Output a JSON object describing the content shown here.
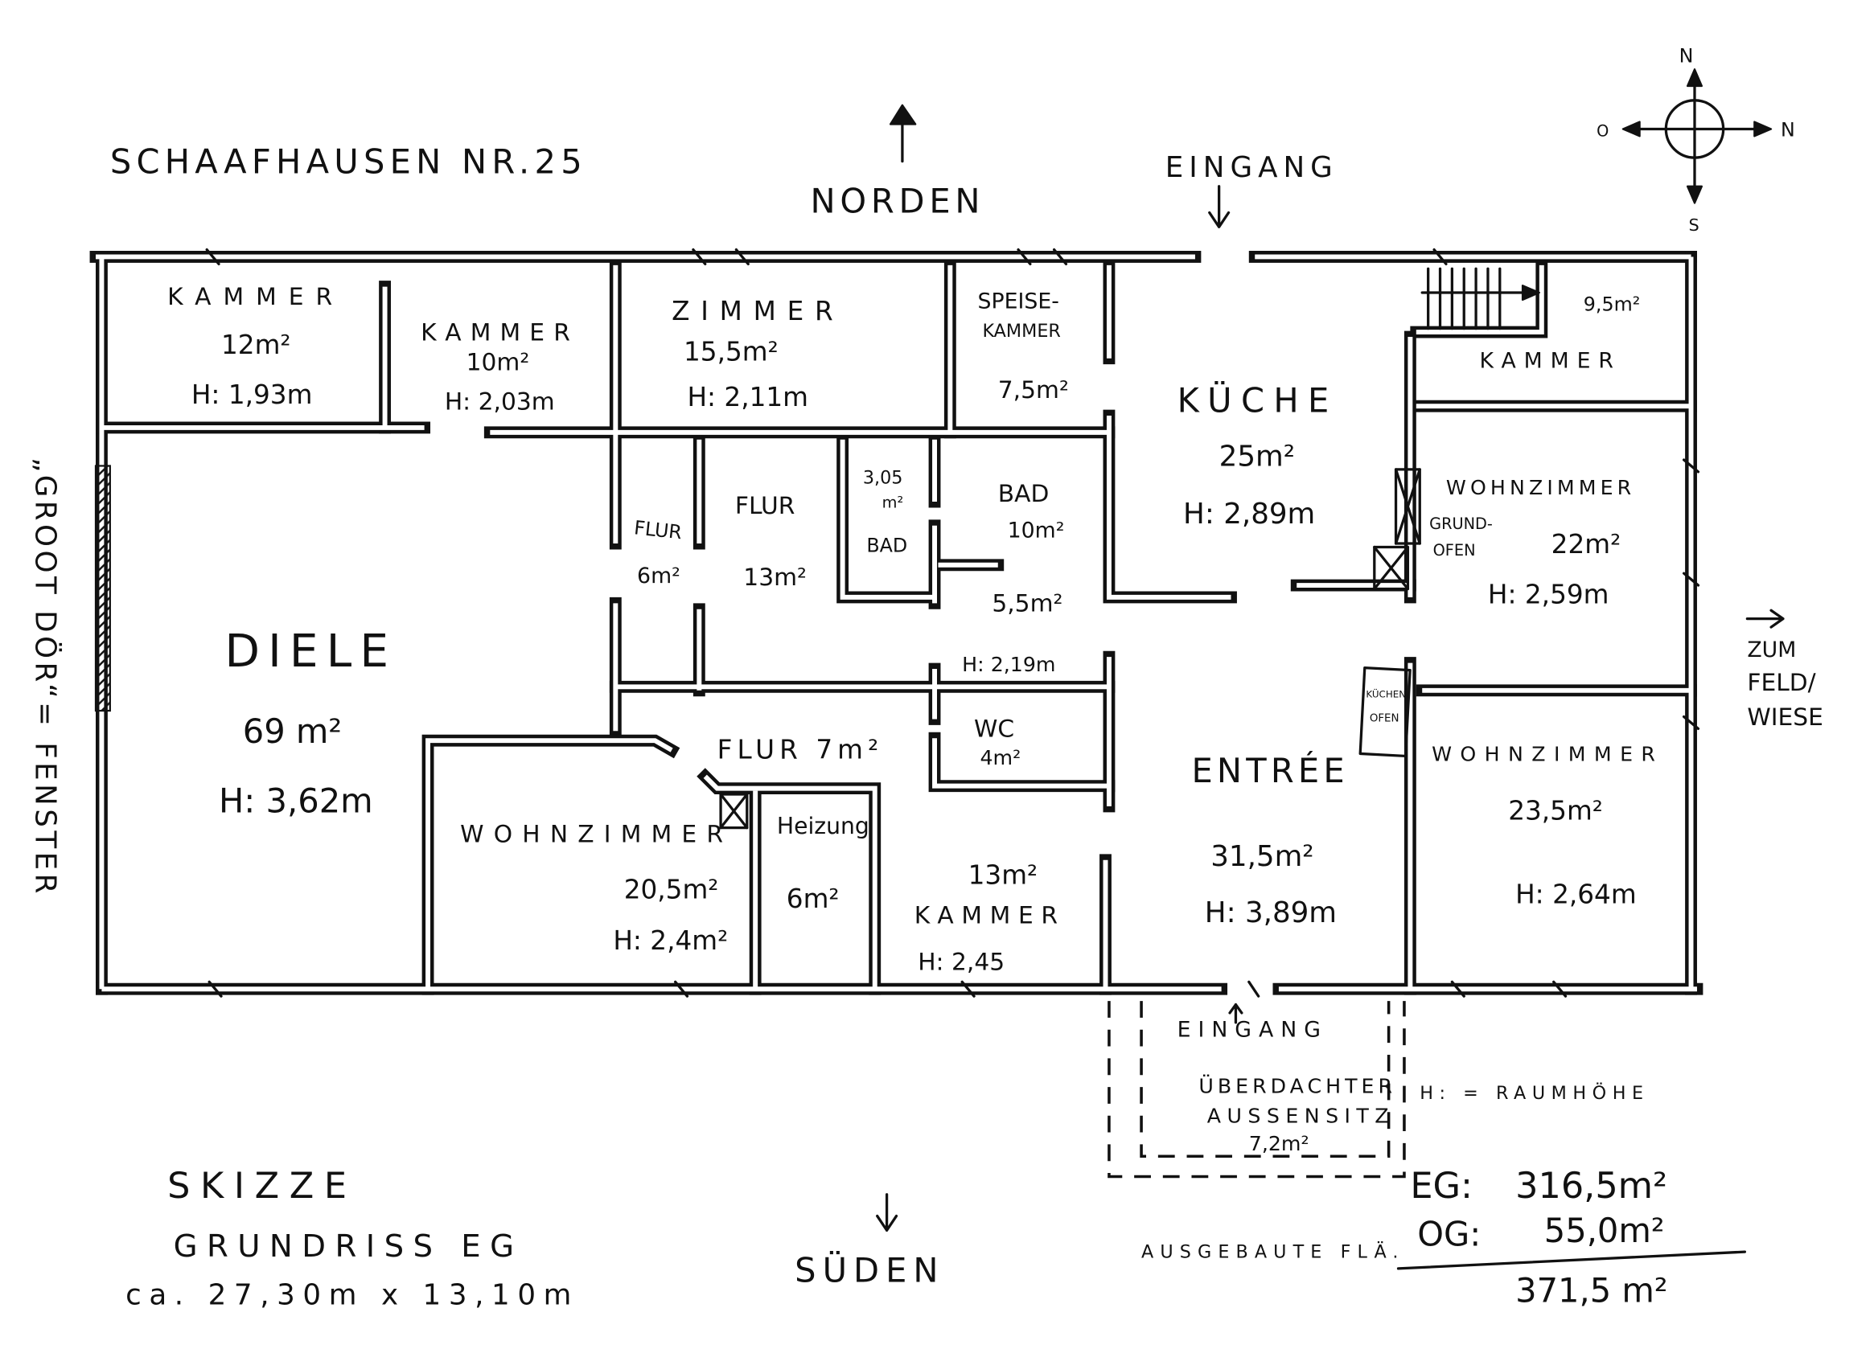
{
  "header": {
    "address": "SCHAAFHAUSEN NR.25"
  },
  "orientation": {
    "north_label": "NORDEN",
    "south_label": "SÜDEN",
    "compass": {
      "top": "N",
      "left": "O",
      "right": "N",
      "bottom": "S"
    }
  },
  "entrances": {
    "top_label": "EINGANG",
    "bottom_label": "EINGANG"
  },
  "rooms": {
    "kammer_nw": {
      "name": "KAMMER",
      "area": "12m²",
      "height": "H: 1,93m"
    },
    "kammer_n": {
      "name": "KAMMER",
      "area": "10m²",
      "height": "H: 2,03m"
    },
    "zimmer": {
      "name": "ZIMMER",
      "area": "15,5m²",
      "height": "H: 2,11m"
    },
    "speisekammer": {
      "name_line1": "SPEISE-",
      "name_line2": "KAMMER",
      "area": "7,5m²"
    },
    "kueche": {
      "name": "KÜCHE",
      "area": "25m²",
      "height": "H: 2,89m"
    },
    "kammer_ne": {
      "area": "9,5m²",
      "name": "KAMMER"
    },
    "wohnzimmer_e1": {
      "name": "WOHNZIMMER",
      "area": "22m²",
      "height": "H: 2,59m"
    },
    "wohnzimmer_e2": {
      "name": "WOHNZIMMER",
      "area": "23,5m²",
      "height": "H: 2,64m"
    },
    "diele": {
      "name": "DIELE",
      "area": "69 m²",
      "height": "H: 3,62m"
    },
    "flur_small": {
      "name": "FLUR",
      "area": "6m²"
    },
    "flur_mid": {
      "name": "FLUR",
      "area": "13m²"
    },
    "bad_small": {
      "area_value": "3,05",
      "area_unit": "m²",
      "name": "BAD"
    },
    "bad": {
      "name": "BAD",
      "area": "10m²"
    },
    "passage": {
      "area": "5,5m²",
      "height": "H: 2,19m"
    },
    "flur_south": {
      "label": "FLUR 7m²"
    },
    "wc": {
      "name": "WC",
      "area": "4m²"
    },
    "entree": {
      "name": "ENTRÉE",
      "area": "31,5m²",
      "height": "H: 3,89m"
    },
    "wohnzimmer_s": {
      "name": "WOHNZIMMER",
      "area": "20,5m²",
      "height": "H: 2,4m²"
    },
    "heizung": {
      "name": "Heizung",
      "area": "6m²"
    },
    "kammer_s": {
      "area": "13m²",
      "name": "KAMMER",
      "height": "H: 2,45"
    }
  },
  "fixtures": {
    "grundofen": {
      "line1": "GRUND-",
      "line2": "OFEN"
    },
    "kuechenofen": {
      "line1": "KÜCHEN",
      "line2": "OFEN"
    }
  },
  "annotations": {
    "window_note": "„GROOT DÖR“= FENSTER",
    "field": {
      "line1": "ZUM",
      "line2": "FELD/",
      "line3": "WIESE"
    },
    "terrace": {
      "line1": "ÜBERDACHTER",
      "line2": "AUSSENSITZ",
      "area": "7,2m²"
    },
    "legend": "H: = RAUMHÖHE"
  },
  "totals": {
    "caption": "AUSGEBAUTE FLÄ.",
    "eg_label": "EG:",
    "eg_value": "316,5m²",
    "og_label": "OG:",
    "og_value": "55,0m²",
    "sum": "371,5 m²"
  },
  "footer": {
    "title": "SKIZZE",
    "subtitle": "GRUNDRISS EG",
    "dimensions": "ca. 27,30m x 13,10m"
  }
}
